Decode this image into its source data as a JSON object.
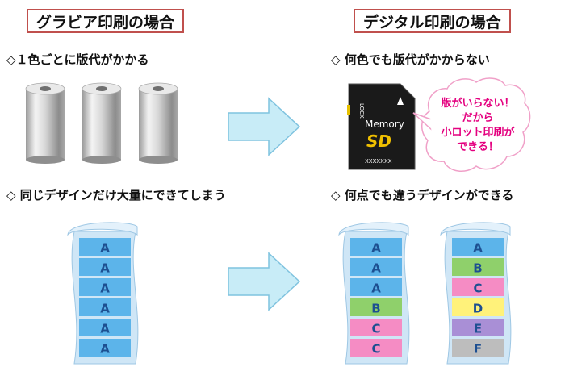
{
  "colors": {
    "title_border": "#c0504d",
    "arrow_fill": "#c8ecf7",
    "arrow_stroke": "#7fc3df",
    "paper_blue": "#cfe6f6",
    "cell_blue": "#5cb4ea",
    "cell_green": "#8fd06b",
    "cell_pink": "#f58cc4",
    "cell_yellow": "#fff27a",
    "cell_purple": "#a98fd6",
    "cell_gray": "#bdbdbd",
    "bubble_text": "#e4007f",
    "bubble_stroke": "#f0a0c8"
  },
  "gravure": {
    "title": "グラビア印刷の場合",
    "point1": "◇１色ごとに版代がかかる",
    "point2": "◇ 同じデザインだけ大量にできてしまう",
    "strip": [
      "A",
      "A",
      "A",
      "A",
      "A",
      "A"
    ]
  },
  "digital": {
    "title": "デジタル印刷の場合",
    "point1": "◇ 何色でも版代がかからない",
    "point2": "◇ 何点でも違うデザインができる",
    "sd_card": {
      "lock": "LOCK",
      "brand": "Memory",
      "logo": "SD",
      "serial": "XXXXXXX"
    },
    "bubble_lines": [
      "版がいらない！",
      "だから",
      "小ロット印刷が",
      "できる！"
    ],
    "strip1": [
      "A",
      "A",
      "A",
      "B",
      "C",
      "C"
    ],
    "strip2": [
      "A",
      "B",
      "C",
      "D",
      "E",
      "F"
    ]
  }
}
